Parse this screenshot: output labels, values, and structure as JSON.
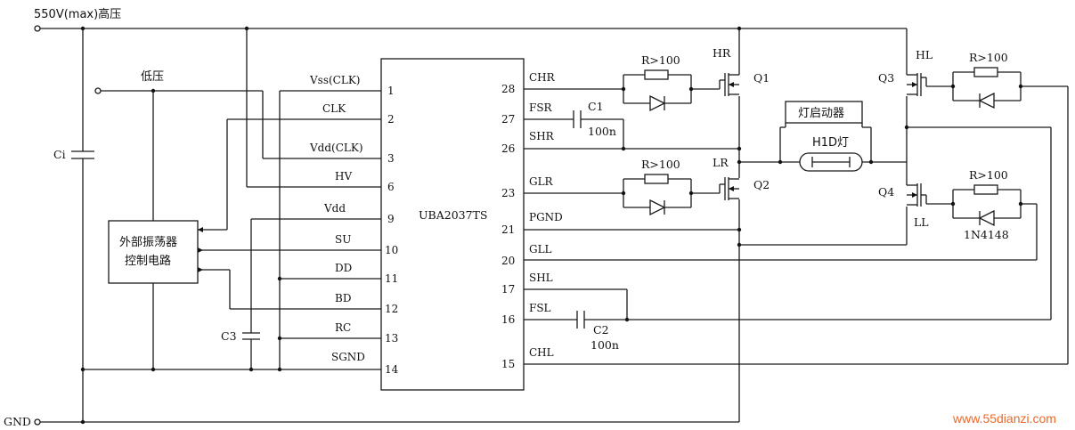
{
  "rails": {
    "high_voltage_label": "550V(max)高压",
    "low_voltage_label": "低压",
    "ground_label": "GND"
  },
  "ic": {
    "name": "UBA2037TS",
    "left_pins": [
      {
        "label": "Vss(CLK)",
        "num": "1"
      },
      {
        "label": "CLK",
        "num": "2"
      },
      {
        "label": "Vdd(CLK)",
        "num": "3"
      },
      {
        "label": "HV",
        "num": "6"
      },
      {
        "label": "Vdd",
        "num": "9"
      },
      {
        "label": "SU",
        "num": "10"
      },
      {
        "label": "DD",
        "num": "11"
      },
      {
        "label": "BD",
        "num": "12"
      },
      {
        "label": "RC",
        "num": "13"
      },
      {
        "label": "SGND",
        "num": "14"
      }
    ],
    "right_pins": [
      {
        "label": "CHR",
        "num": "28"
      },
      {
        "label": "FSR",
        "num": "27"
      },
      {
        "label": "SHR",
        "num": "26"
      },
      {
        "label": "GLR",
        "num": "23"
      },
      {
        "label": "PGND",
        "num": "21"
      },
      {
        "label": "GLL",
        "num": "20"
      },
      {
        "label": "SHL",
        "num": "17"
      },
      {
        "label": "FSL",
        "num": "16"
      },
      {
        "label": "CHL",
        "num": "15"
      }
    ]
  },
  "oscillator": {
    "line1": "外部振荡器",
    "line2": "控制电路"
  },
  "components": {
    "ci": "Ci",
    "c3": "C3",
    "c1": "C1",
    "c1_value": "100n",
    "c2": "C2",
    "c2_value": "100n",
    "r_q1": "R>100",
    "r_q2": "R>100",
    "r_q3": "R>100",
    "r_q4": "R>100",
    "diode": "1N4148",
    "starter": "灯启动器",
    "lamp": "H1D灯"
  },
  "transistors": {
    "q1": "Q1",
    "q1_name": "HR",
    "q2": "Q2",
    "q2_name": "LR",
    "q3": "Q3",
    "q3_name": "HL",
    "q4": "Q4",
    "q4_name": "LL"
  },
  "watermark": "www.55dianzi.com"
}
